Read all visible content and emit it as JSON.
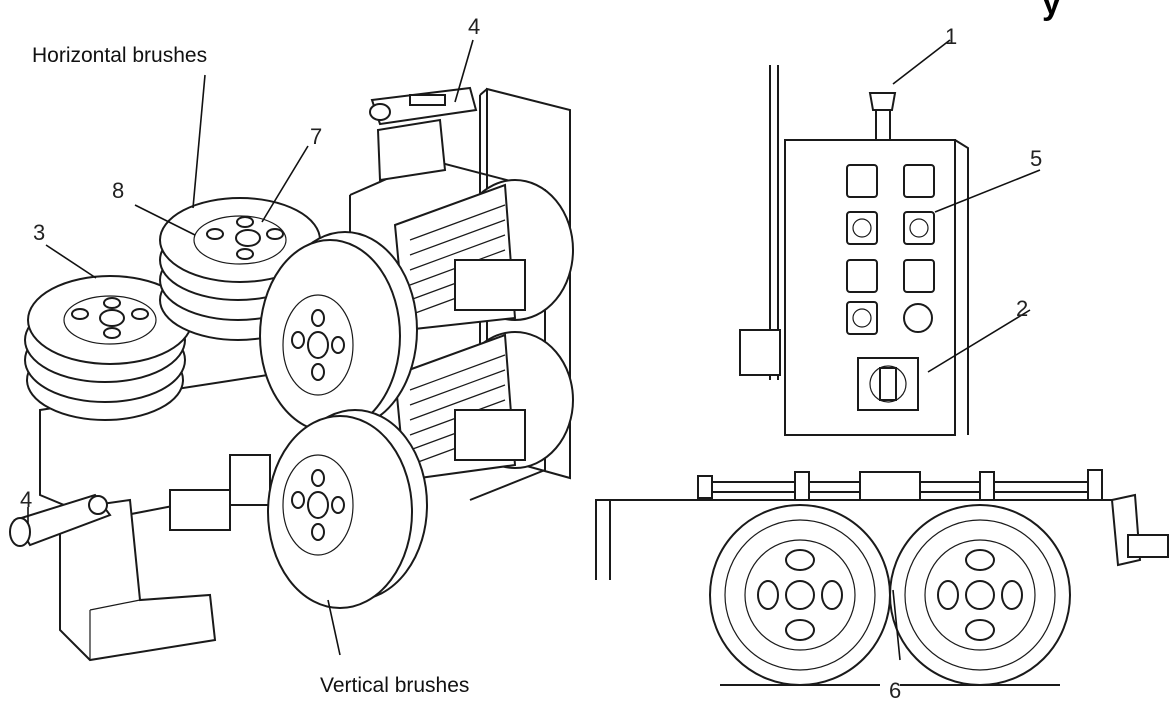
{
  "labels": {
    "horizontal_brushes": "Horizontal brushes",
    "vertical_brushes": "Vertical brushes"
  },
  "callouts": {
    "c1": "1",
    "c2": "2",
    "c3": "3",
    "c4_top": "4",
    "c4_left": "4",
    "c5": "5",
    "c6": "6",
    "c7": "7",
    "c8": "8"
  },
  "cropped_heading": "y"
}
